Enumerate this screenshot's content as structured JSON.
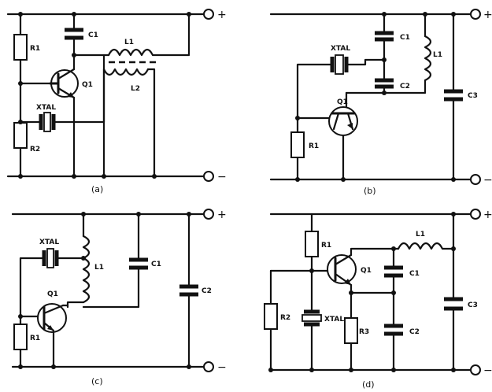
{
  "panels": {
    "a": {
      "caption": "(a)",
      "labels": {
        "r1": "R1",
        "r2": "R2",
        "c1": "C1",
        "l1": "L1",
        "l2": "L2",
        "q1": "Q1",
        "xtal": "XTAL"
      },
      "plus": "+",
      "minus": "−"
    },
    "b": {
      "caption": "(b)",
      "labels": {
        "xtal": "XTAL",
        "c1": "C1",
        "c2": "C2",
        "l1": "L1",
        "c3": "C3",
        "q1": "Q1",
        "r1": "R1"
      },
      "plus": "+",
      "minus": "−"
    },
    "c": {
      "caption": "(c)",
      "labels": {
        "xtal": "XTAL",
        "l1": "L1",
        "c1": "C1",
        "c2": "C2",
        "q1": "Q1",
        "r1": "R1"
      },
      "plus": "+",
      "minus": "−"
    },
    "d": {
      "caption": "(d)",
      "labels": {
        "r1": "R1",
        "q1": "Q1",
        "l1": "L1",
        "c1": "C1",
        "c3": "C3",
        "r2": "R2",
        "xtal": "XTAL",
        "r3": "R3",
        "c2": "C2"
      },
      "plus": "+",
      "minus": "−"
    }
  }
}
